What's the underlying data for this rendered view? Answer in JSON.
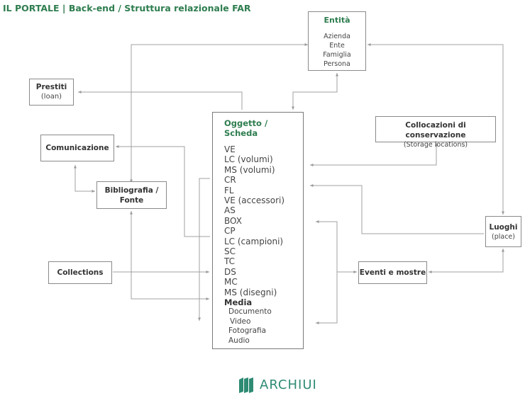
{
  "title": "IL PORTALE | Back-end / Struttura relazionale FAR",
  "colors": {
    "accent": "#2e7d4f",
    "logo": "#2e8b74",
    "line": "#9a9a9a",
    "border": "#8a8a8a"
  },
  "entita": {
    "title": "Entità",
    "items": [
      "Azienda",
      "Ente",
      "Famiglia",
      "Persona"
    ]
  },
  "prestiti": {
    "name": "Prestiti",
    "sub": "(loan)"
  },
  "comunicazione": {
    "name": "Comunicazione"
  },
  "bibliografia": {
    "line1": "Bibliografia /",
    "line2": "Fonte"
  },
  "collections": {
    "name": "Collections"
  },
  "oggetto": {
    "title": "Oggetto / Scheda",
    "items": [
      "VE",
      "LC (volumi)",
      "MS (volumi)",
      "CR",
      "FL",
      "VE (accessori)",
      "AS",
      "BOX",
      "CP",
      "LC (campioni)",
      "SC",
      "TC",
      "DS",
      "MC",
      "MS (disegni)"
    ],
    "media_title": "Media",
    "media_items": [
      "Documento",
      "Video",
      "Fotografia",
      "Audio"
    ]
  },
  "collocazioni": {
    "name": "Collocazioni di conservazione",
    "sub": "(Storage locations)"
  },
  "luoghi": {
    "name": "Luoghi",
    "sub": "(place)"
  },
  "eventi": {
    "name": "Eventi e mostre"
  },
  "logo": {
    "text": "ARCHIUI",
    "icon": "book-pages-icon"
  }
}
